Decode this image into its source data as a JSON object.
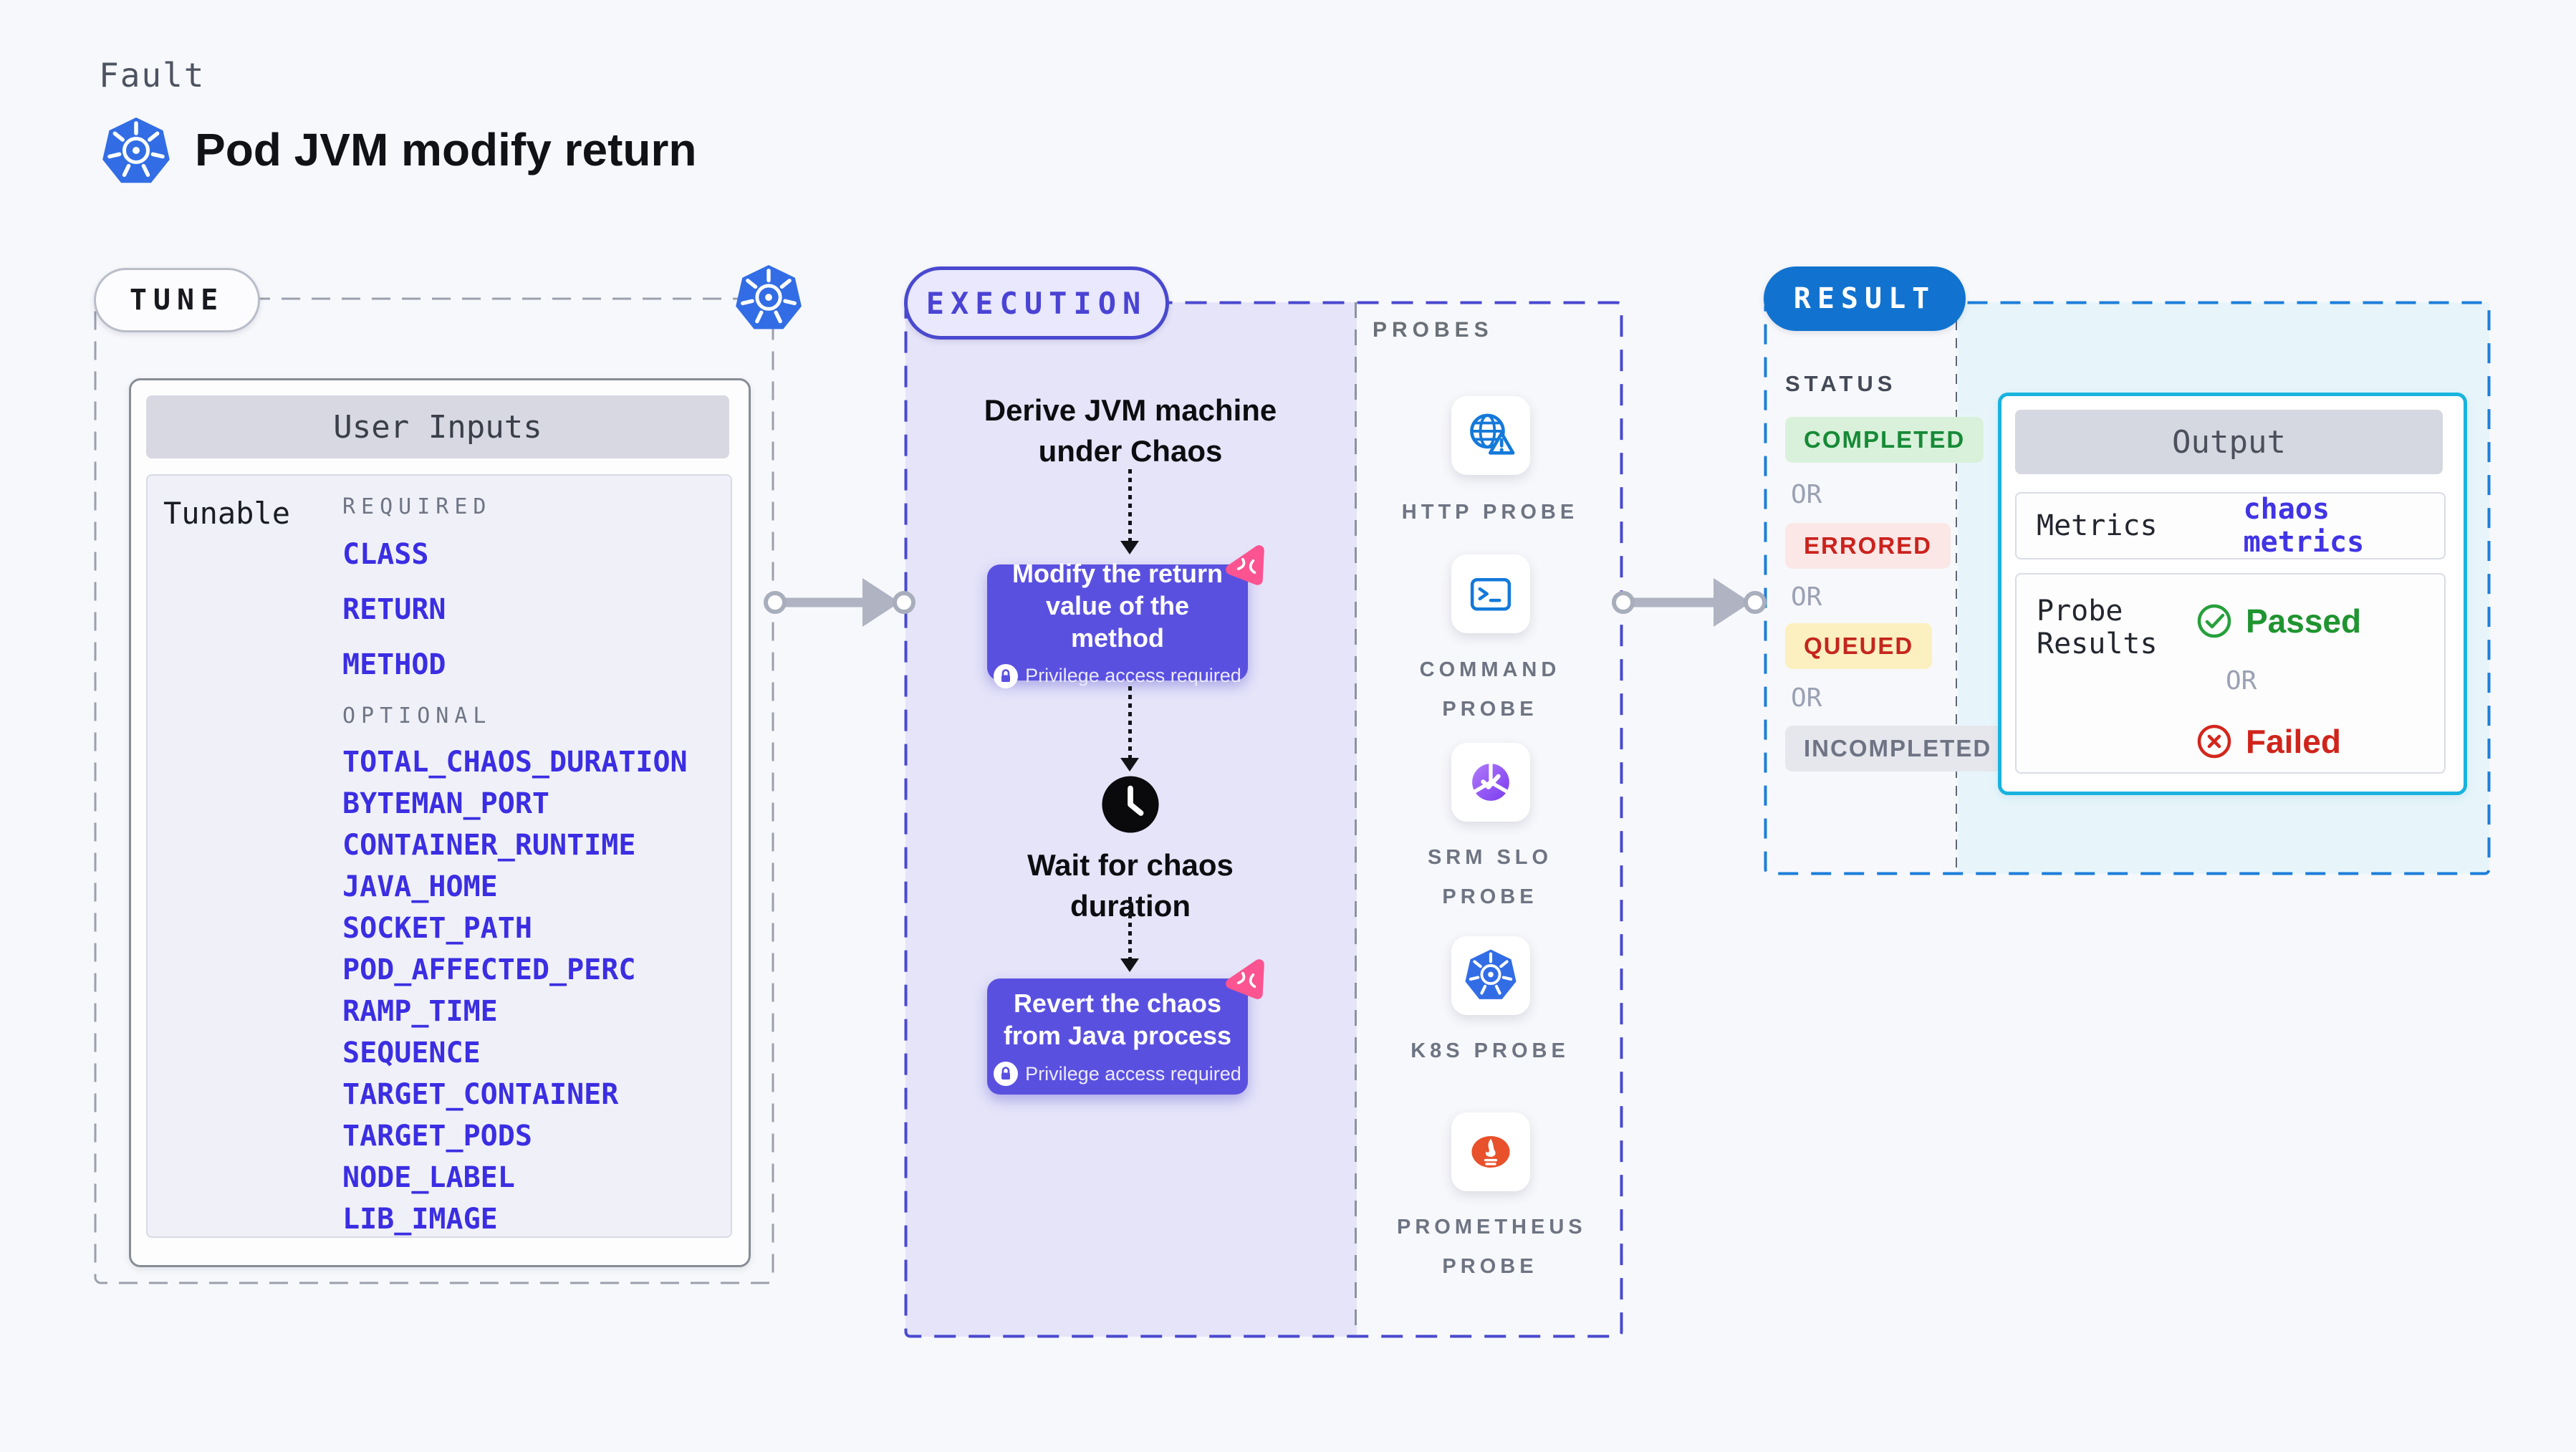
{
  "page": {
    "kicker": "Fault",
    "title": "Pod JVM modify return"
  },
  "tune": {
    "label": "TUNE",
    "card_header": "User Inputs",
    "tunable_label": "Tunable",
    "required_label": "REQUIRED",
    "optional_label": "OPTIONAL",
    "required_items": [
      "CLASS",
      "RETURN",
      "METHOD"
    ],
    "optional_items": [
      "TOTAL_CHAOS_DURATION",
      "BYTEMAN_PORT",
      "CONTAINER_RUNTIME",
      "JAVA_HOME",
      "SOCKET_PATH",
      "POD_AFFECTED_PERC",
      "RAMP_TIME",
      "SEQUENCE",
      "TARGET_CONTAINER",
      "TARGET_PODS",
      "NODE_LABEL",
      "LIB_IMAGE"
    ]
  },
  "execution": {
    "label": "EXECUTION",
    "derive_text": "Derive JVM machine under Chaos",
    "modify_text": "Modify the return value of the method",
    "wait_text": "Wait for chaos duration",
    "revert_text": "Revert the chaos from Java process",
    "privilege_text": "Privilege access required"
  },
  "probes": {
    "label": "PROBES",
    "items": [
      {
        "name": "HTTP PROBE",
        "icon": "globe-alert-icon"
      },
      {
        "name": "COMMAND PROBE",
        "icon": "terminal-icon"
      },
      {
        "name": "SRM SLO PROBE",
        "icon": "slo-gauge-icon"
      },
      {
        "name": "K8S PROBE",
        "icon": "kubernetes-icon"
      },
      {
        "name": "PROMETHEUS PROBE",
        "icon": "prometheus-icon"
      }
    ]
  },
  "result": {
    "label": "RESULT",
    "status_label": "STATUS",
    "or_label": "OR",
    "statuses": [
      {
        "text": "COMPLETED",
        "bg": "#d9f1da",
        "color": "#178a37"
      },
      {
        "text": "ERRORED",
        "bg": "#fbe7e6",
        "color": "#cb221d"
      },
      {
        "text": "QUEUED",
        "bg": "#fcf0c0",
        "color": "#c4261d"
      },
      {
        "text": "INCOMPLETED",
        "bg": "#e6e7ed",
        "color": "#6e7484"
      }
    ],
    "output": {
      "header": "Output",
      "metrics_label": "Metrics",
      "metrics_value": "chaos metrics",
      "probe_results_label": "Probe Results",
      "passed_label": "Passed",
      "failed_label": "Failed"
    }
  },
  "colors": {
    "page_bg": "#f7f8fb",
    "lavender_bg": "#e5e4f9",
    "cyan_bg": "#e7f5fb",
    "indigo_border": "#4a49cf",
    "purple_box": "#5a50e0",
    "param_link": "#3b2ee2",
    "result_blue": "#1173cf",
    "output_border": "#19b3de",
    "kubernetes_blue": "#326de6",
    "probe_blue": "#1479da",
    "prometheus_orange": "#e8512b",
    "chaos_pink": "#fb5490",
    "passed_green": "#1f9430",
    "failed_red": "#d0241b"
  }
}
